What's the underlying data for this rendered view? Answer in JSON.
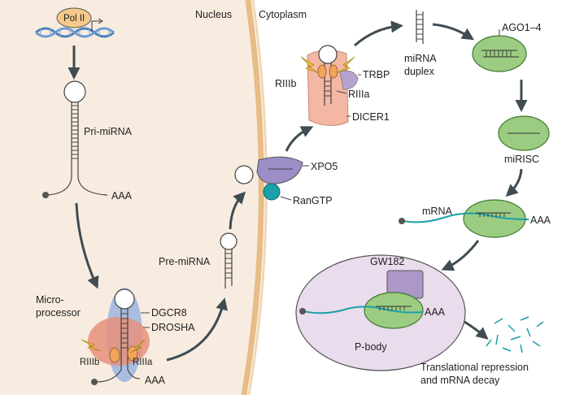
{
  "compartments": {
    "nucleus": "Nucleus",
    "cytoplasm": "Cytoplasm"
  },
  "labels": {
    "pol_ii": "Pol II",
    "pri_mirna": "Pri-miRNA",
    "aaa_pri": "AAA",
    "microprocessor_1": "Micro-",
    "microprocessor_2": "processor",
    "dgcr8": "DGCR8",
    "drosha": "DROSHA",
    "riiib_drosha": "RIIIb",
    "riiia_drosha": "RIIIa",
    "aaa_micro": "AAA",
    "pre_mirna": "Pre-miRNA",
    "xpo5": "XPO5",
    "ranGTP": "RanGTP",
    "riiib_dicer": "RIIIb",
    "riiia_dicer": "RIIIa",
    "trbp": "TRBP",
    "dicer1": "DICER1",
    "mirna_duplex_1": "miRNA",
    "mirna_duplex_2": "duplex",
    "ago": "AGO1–4",
    "mirisc": "miRISC",
    "mrna": "mRNA",
    "aaa_target": "AAA",
    "gw182": "GW182",
    "aaa_pbody": "AAA",
    "p_body": "P-body",
    "outcome_1": "Translational repression",
    "outcome_2": "and mRNA decay"
  },
  "colors": {
    "pol_ii": "#f5c98a",
    "nucleus_bg": "#f8ece0",
    "membrane": "#e8bc86",
    "ago_green": "#9ccc82",
    "teal": "#1aa0a8",
    "drosha": "#e8917a",
    "dgcr8": "#9fb8e0",
    "xpo5": "#9d8dc6",
    "dicer": "#f3b7a3",
    "p_body": "#e9dcec",
    "gw182": "#ad96c8",
    "arrow": "#3f4c52"
  }
}
